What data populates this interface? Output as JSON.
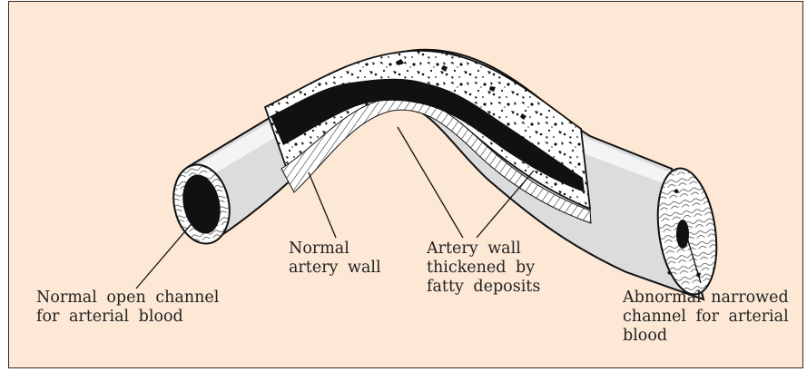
{
  "figure": {
    "background_color": "#fde8d6",
    "border_color": "#3a2a1f",
    "labels": {
      "normal_channel": [
        "Normal open channel",
        "for arterial blood"
      ],
      "normal_wall": [
        "Normal",
        "artery wall"
      ],
      "thickened_wall": [
        "Artery wall",
        "thickened by",
        "fatty deposits"
      ],
      "narrowed_channel": [
        "Abnormal narrowed",
        "channel for arterial",
        "blood"
      ]
    }
  }
}
